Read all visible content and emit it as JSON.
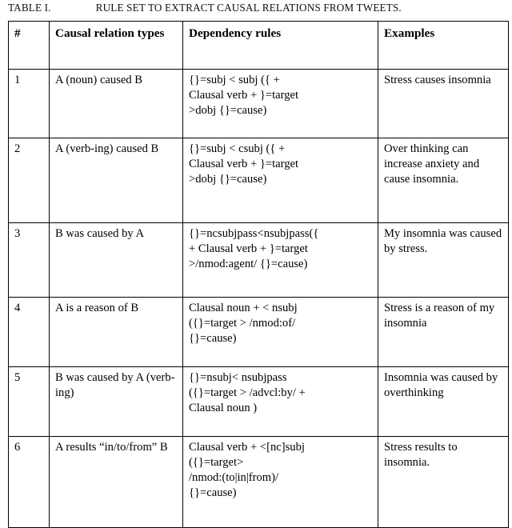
{
  "caption": {
    "label": "TABLE I.",
    "title": "RULE SET TO EXTRACT CAUSAL RELATIONS FROM TWEETS."
  },
  "table": {
    "headers": {
      "num": "#",
      "type": "Causal relation types",
      "rule": "Dependency rules",
      "example": "Examples"
    },
    "rows": [
      {
        "num": "1",
        "type": "A (noun) caused B",
        "rule": "{}=subj < subj ({  +\nClausal verb + }=target\n>dobj {}=cause)",
        "rule_lines": [
          "{}=subj < subj ({  +",
          "Clausal verb + }=target",
          ">dobj {}=cause)"
        ],
        "example": "Stress causes insomnia"
      },
      {
        "num": "2",
        "type": "A (verb-ing) caused B",
        "rule": "{}=subj < csubj ({ +\nClausal verb + }=target\n>dobj {}=cause)",
        "rule_lines": [
          "{}=subj < csubj ({ +",
          "Clausal verb + }=target",
          ">dobj {}=cause)"
        ],
        "example": "Over thinking can increase anxiety and cause insomnia."
      },
      {
        "num": "3",
        "type": "B was caused by A",
        "rule": "{}=ncsubjpass<nsubjpass({\n+  Clausal  verb  +  }=target\n>/nmod:agent/ {}=cause)",
        "rule_lines": [
          "{}=ncsubjpass<nsubjpass({",
          "+ Clausal verb + }=target",
          ">/nmod:agent/ {}=cause)"
        ],
        "rule_justified": true,
        "example": "My insomnia was caused by stress."
      },
      {
        "num": "4",
        "type": "A is a reason of B",
        "rule": "Clausal noun + < nsubj\n({}=target > /nmod:of/\n{}=cause)",
        "rule_lines": [
          "Clausal noun + < nsubj",
          "({}=target > /nmod:of/",
          "{}=cause)"
        ],
        "example": "Stress is a reason of my insomnia"
      },
      {
        "num": "5",
        "type": "B was caused by A (verb-ing)",
        "rule": "{}=nsubj< nsubjpass\n({}=target > /advcl:by/ +\nClausal noun )",
        "rule_lines": [
          "{}=nsubj< nsubjpass",
          "({}=target > /advcl:by/ +",
          "Clausal noun )"
        ],
        "example": "Insomnia was caused by overthinking"
      },
      {
        "num": "6",
        "type": "A results “in/to/from” B",
        "rule": "Clausal  verb  +  <[nc]subj\n({}=target>\n/nmod:(to|in|from)/\n{}=cause)",
        "rule_lines": [
          "Clausal verb + <[nc]subj",
          "({}=target>",
          "/nmod:(to|in|from)/",
          "{}=cause)"
        ],
        "rule_justified": true,
        "example": "Stress results to insomnia."
      }
    ]
  },
  "colors": {
    "background": "#ffffff",
    "text": "#000000",
    "border": "#000000"
  }
}
